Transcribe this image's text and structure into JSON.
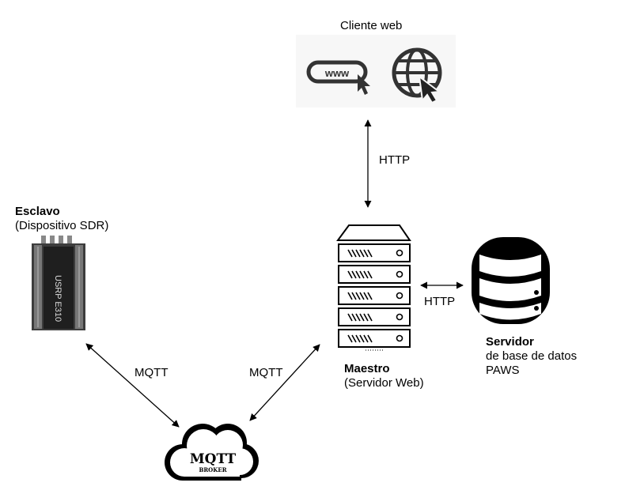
{
  "web_client": {
    "title": "Cliente web",
    "url_text": "www",
    "icon": "globe-cursor-icon"
  },
  "slave": {
    "title": "Esclavo",
    "subtitle": "(Dispositivo SDR)",
    "device_label": "USRP E310"
  },
  "master": {
    "title": "Maestro",
    "subtitle": "(Servidor Web)"
  },
  "database": {
    "title": "Servidor",
    "line1": "de base de datos",
    "line2": "PAWS"
  },
  "broker": {
    "title": "MQTT",
    "subtitle": "BROKER"
  },
  "connections": {
    "client_master": "HTTP",
    "master_db": "HTTP",
    "slave_broker": "MQTT",
    "master_broker": "MQTT"
  }
}
